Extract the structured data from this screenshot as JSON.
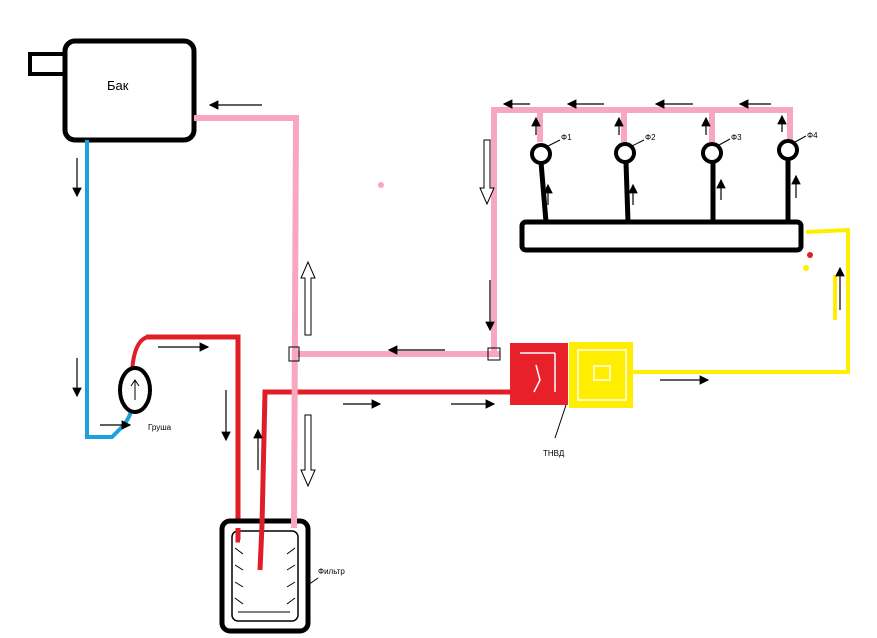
{
  "labels": {
    "tank": "Бак",
    "bulb": "Груша",
    "filter": "Фильтр",
    "pump": "ТНВД",
    "injectors": [
      "Ф1",
      "Ф2",
      "Ф3",
      "Ф4"
    ]
  },
  "colors": {
    "outline": "#000000",
    "supply_blue": "#1ea0dc",
    "pressure_red": "#e01e28",
    "return_pink": "#f7a8c0",
    "high_yellow": "#ffee00",
    "pump_red": "#e8202a"
  }
}
